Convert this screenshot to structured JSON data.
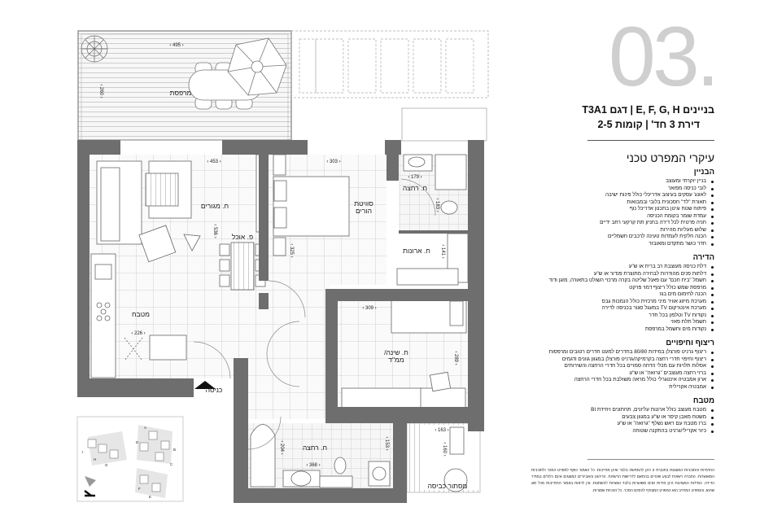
{
  "header": {
    "number": "03.",
    "subtitle_line1": "בניינים E, F, G, H | דגם T3A1",
    "subtitle_line2": "דירת 3 חד' | קומות 2-5"
  },
  "specs": {
    "title": "עיקרי המפרט טכני",
    "sections": [
      {
        "heading": "הבניין",
        "items": [
          "בניין יוקרתי ומעוצב",
          "לובי כניסה מפואר",
          "לאונג' עסקים בעיצוב אדריכלי כולל פינות ישיבה",
          "תאורת \"לד\" חסכונית בלובי ובמבואות",
          "פיתוח שטח וגינון בתכנון אדריכל נוף",
          "עמדת שומר בקומת הכניסה",
          "חניה פרטית לכל דירה בחניון תת קרקעי רחב ידיים",
          "שלוש מעליות מהירות",
          "הכנה חלקית לעמדות טעינה לרכבים חשמליים",
          "חדר כושר מתקדם ומאובזר"
        ]
      },
      {
        "heading": "הדירה",
        "items": [
          "דלת כניסה מעוצבת רב בריח או ש\"ע",
          "דלתות פנים מהודרות לבחירה מתוצרת פנדור או ש\"ע",
          "חשמל \"בית חכם\" עם פאנל שליטה בקרה מרכזי השולט בתאורה, מזגן ודוד",
          "מרפסת שמש כולל ריצוף דמוי פרקט",
          "הכנה לחימום מים בגז",
          "מערכת מיזוג אוויר מיני מרכזית כולל הנמכות גבס",
          "מערכת אינטרקום TV במעגל סגור בכניסה לדירה",
          "נקודות TV וטלפון בכל חדר",
          "חשמל תלת פאזי",
          "נקודות מים וחשמל במרפסת"
        ]
      },
      {
        "heading": "ריצוף וחיפויים",
        "items": [
          "ריצוף גרניט פורצלן במידות 80/80 בחדרים למעט חדרים רטובים ומרפסות",
          "ריצוף וחיפוי חדרי רחצה בקרמיקה/גרניט פורצלן במגוון גוונים ודגמים",
          "אסלות תלויות עם מכלי הדחה סמויים בכל חדרי הרחצה והשירותים",
          "ברזי רחצה מעוצבים \"גרואה\" או ש\"ע",
          "ארון אמבטיה אינטגרלי כולל מראה משולבת בכל חדרי הרחצה",
          "אמבטיה אקרילית"
        ]
      },
      {
        "heading": "מטבח",
        "items": [
          "מטבח מעוצב כולל ארונות עליונים, תחתונים ויחידת BI",
          "משטח מאבן קיסר או ש\"ע במגוון צבעים",
          "ברז מטבח עם ראש נשלף \"גרואה\" או ש\"ע",
          "כיור אקרילי/גרניט בהתקנה שטוחה"
        ]
      }
    ],
    "disclaimer": "ההדמיות והתוכניות המוצגות בחוברת זו הינן להמחשה בלבד ואינן מחייבות. כל האמור כפוף למפרט המכר ולתוכניות המאושרות. החברה רשאית לבצע שינויים בהתאם לדרישות הרשויות. הריהוט והאביזרים המוצגים אינם כלולים במחיר הדירה. המידות המצוינות הינן מידות פנים משוערות בלבד ועשויות להשתנות. אין לראות באמור התחייבות מכל סוג שהוא, והמפרט המחייב הוא המפרט המצורף להסכם המכר. כל הזכויות שמורות."
  },
  "plan": {
    "rooms": {
      "balcony": "מרפסת",
      "living": "ח. מגורים",
      "dining": "פ. אוכל",
      "kitchen": "מטבח",
      "entrance": "כניסה",
      "master_l1": "סוויטת",
      "master_l2": "הורים",
      "master_bath": "ח. רחצה",
      "closet": "ח. ארונות",
      "bedroom_l1": "ח. שינה/",
      "bedroom_l2": "ממ\"ד",
      "bath": "ח. רחצה",
      "laundry": "מסתור כביסה"
    },
    "dims": {
      "balcony_w": "‹ 495 ›",
      "balcony_h": "‹ 260 ›",
      "living_w": "‹ 453 ›",
      "living_h": "‹ 536 ›",
      "master_w": "‹ 303 ›",
      "master_h": "‹ 325 ›",
      "mbath_w": "‹ 179 ›",
      "mbath_h": "‹ 183 ›",
      "closet_h": "‹ 141 ›",
      "kitchen_w": "‹ 226 ›",
      "bed_w": "‹ 309 ›",
      "bed_h": "‹ 289 ›",
      "bath_h": "‹ 204 ›",
      "bath_w": "‹ 368 ›",
      "bath_h2": "‹ 153 ›",
      "laundry_w": "‹ 163 ›",
      "laundry_h": "‹ 160 ›"
    },
    "keymap": {
      "buildings": [
        "A",
        "B",
        "C",
        "D",
        "E",
        "F",
        "G",
        "H",
        "I"
      ]
    }
  },
  "colors": {
    "wall": "#6e6e6e",
    "number": "#cfcfcf",
    "tile": "#c8c8c8"
  }
}
